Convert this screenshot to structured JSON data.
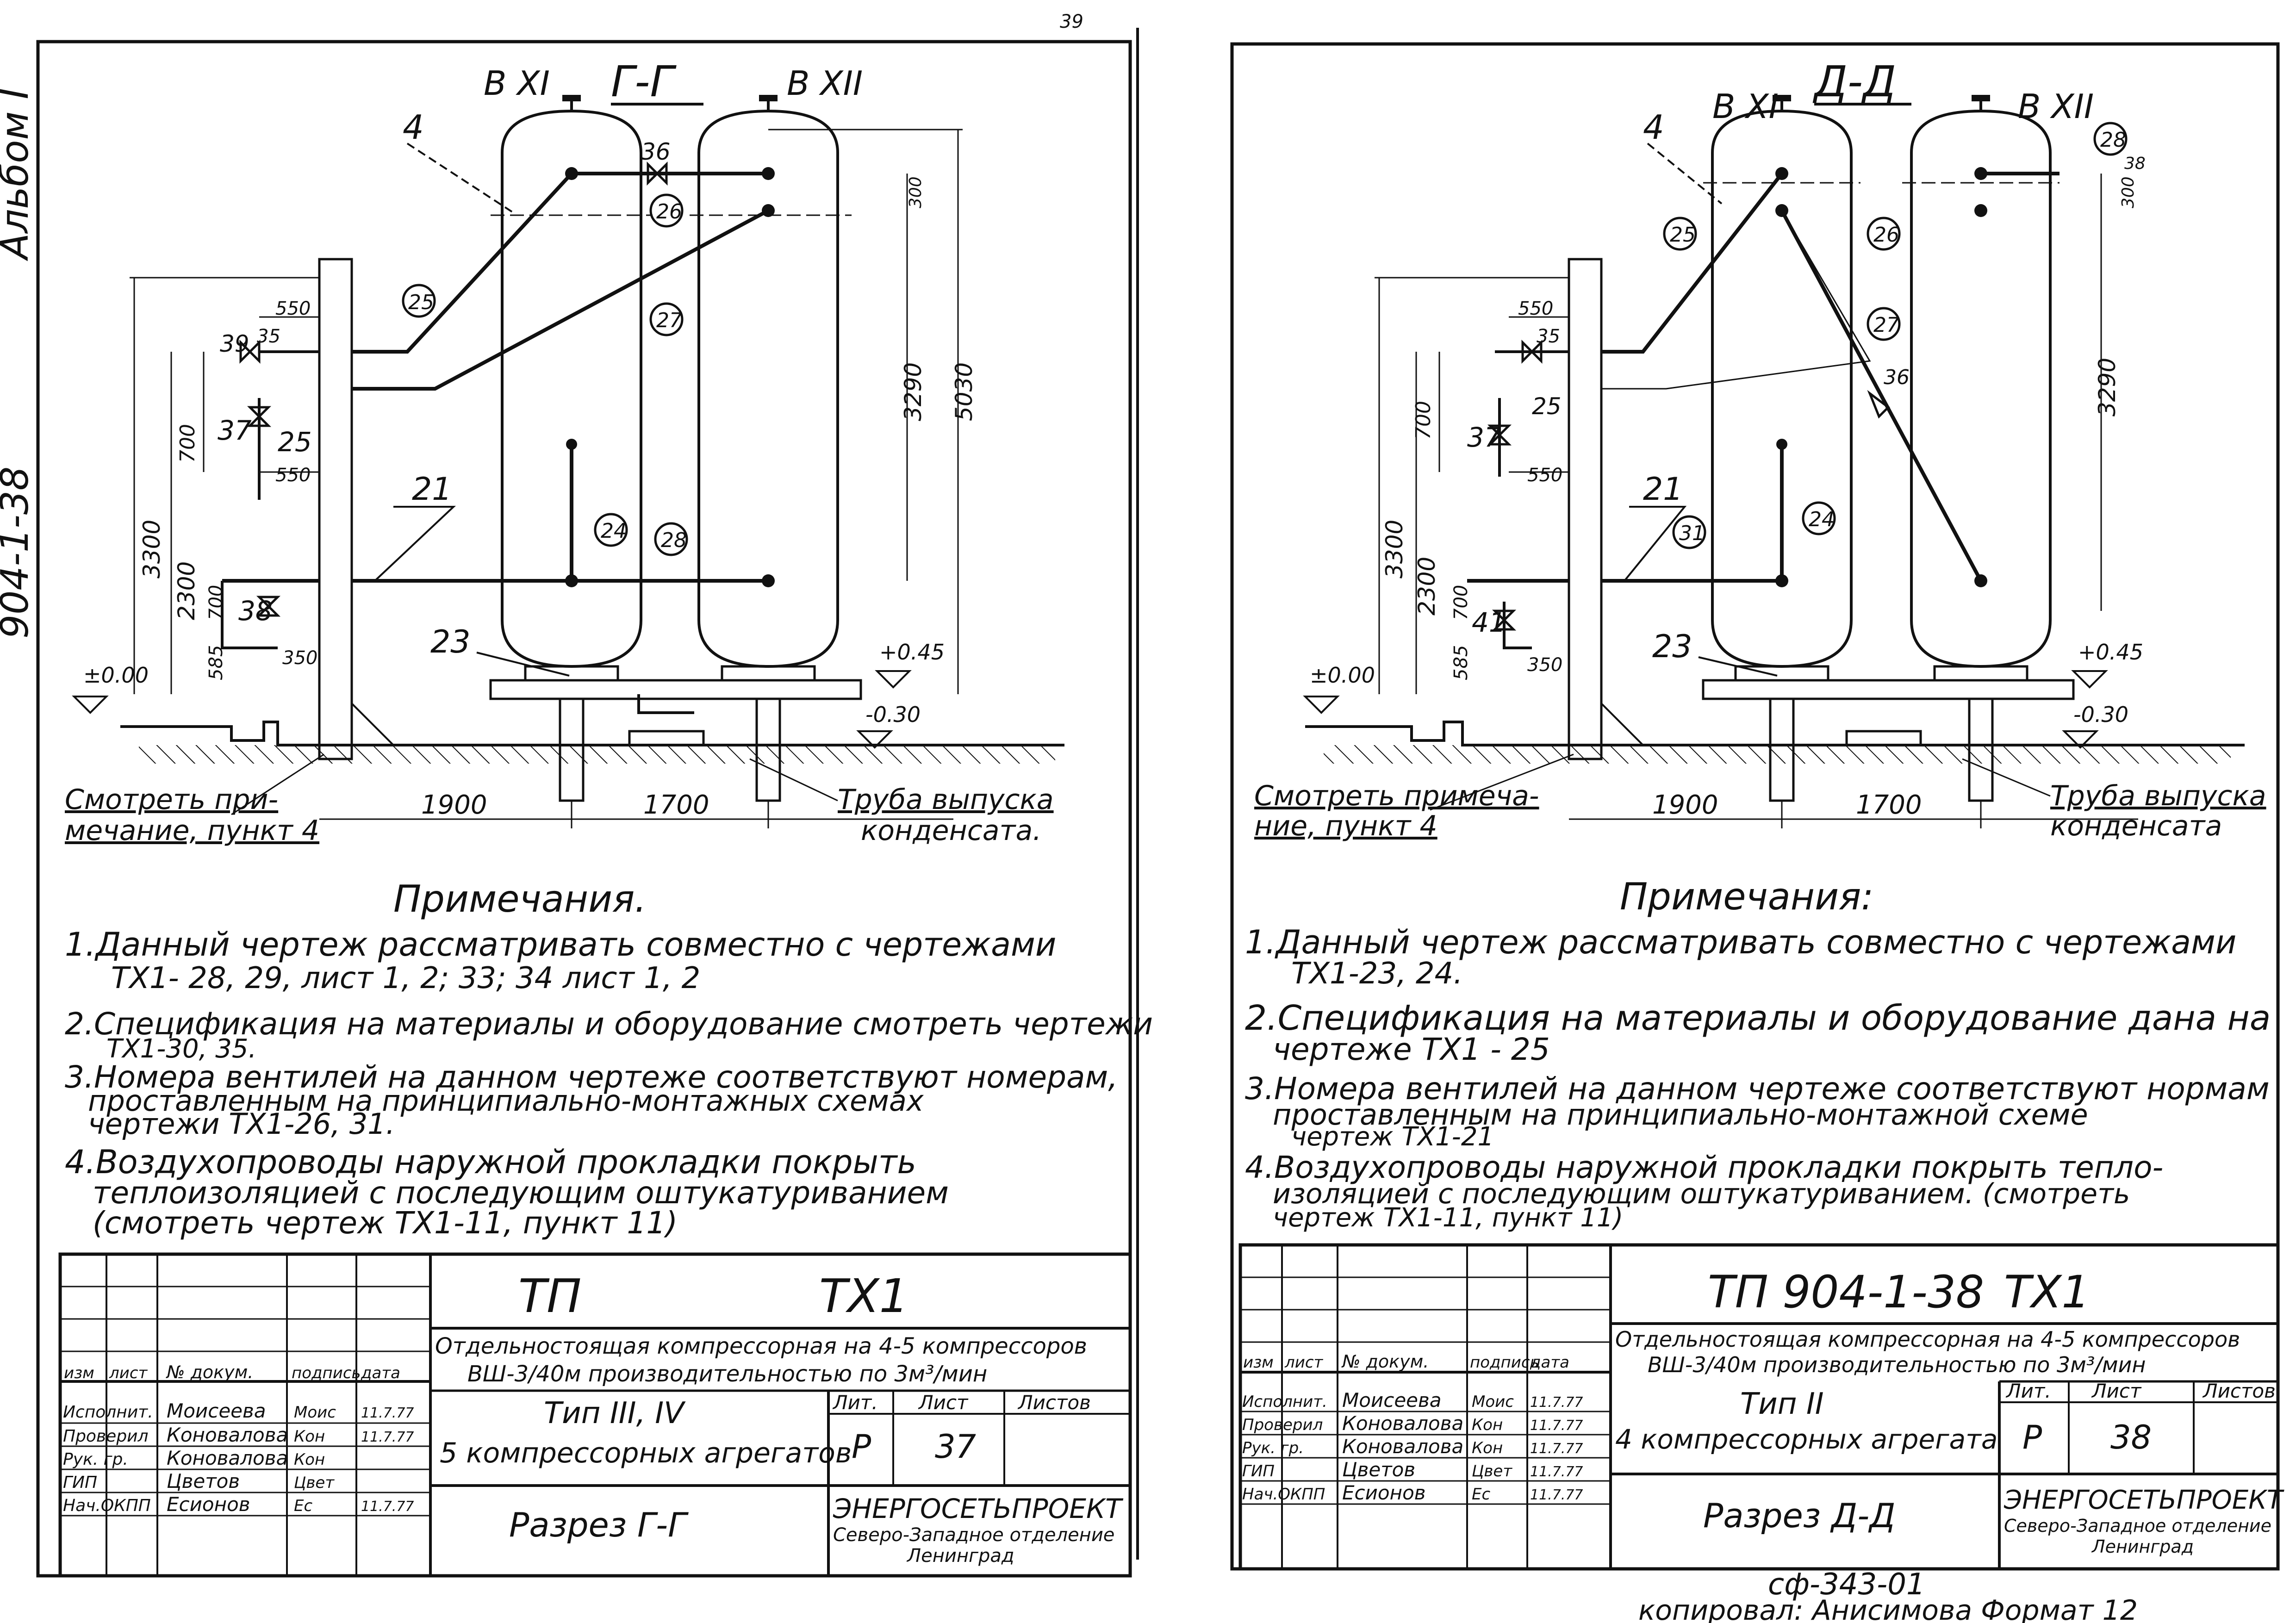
{
  "page_number": "39",
  "side_stamp": {
    "album": "Альбом I",
    "project": "904-1-38"
  },
  "left": {
    "section_title": "Г-Г",
    "vessel_labels": [
      "В XI",
      "В XII"
    ],
    "callouts": {
      "c4": "4",
      "c21": "21",
      "c23": "23",
      "c24": "24",
      "c25": "25",
      "c26": "26",
      "c27": "27",
      "c28": "28"
    },
    "valves": {
      "v35": "35",
      "v36": "36",
      "v37": "37",
      "v38": "38",
      "v39": "39",
      "v25": "25"
    },
    "dimensions": {
      "d550a": "550",
      "d700a": "700",
      "d550b": "550",
      "d3300": "3300",
      "d2300": "2300",
      "d700b": "700",
      "d585": "585",
      "d350": "350",
      "d3290": "3290",
      "d5030": "5030",
      "d300": "300",
      "d1900": "1900",
      "d1700": "1700"
    },
    "levels": {
      "l000": "±0.00",
      "l045": "+0.45",
      "l030": "-0.30"
    },
    "label_see_note": [
      "Смотреть при-",
      "мечание, пункт 4"
    ],
    "label_drain": [
      "Труба выпуска",
      "конденсата."
    ],
    "notes_heading": "Примечания.",
    "notes": [
      [
        "1.Данный чертеж рассматривать совместно с чертежами",
        "ТХ1- 28, 29, лист 1, 2; 33; 34 лист 1, 2"
      ],
      [
        "2.Спецификация на материалы и оборудование смотреть чертежи",
        "ТХ1-30, 35."
      ],
      [
        "3.Номера вентилей на данном чертеже соответствуют номерам,",
        "проставленным на принципиально-монтажных схемах",
        "чертежи ТХ1-26, 31."
      ],
      [
        "4.Воздухопроводы наружной прокладки покрыть",
        "теплоизоляцией с последующим оштукатуриванием",
        "(смотреть чертеж ТХ1-11, пункт 11)"
      ]
    ],
    "title_block": {
      "code_left": "ТП",
      "code_right": "ТХ1",
      "org_desc": [
        "Отдельностоящая компрессорная на 4-5 компрессоров",
        "ВШ-3/40м производительностью по 3м³/мин"
      ],
      "type": "Тип  III, IV",
      "units": "5 компрессорных агрегатов",
      "sheet_title": "Разрез Г-Г",
      "lit_head": "Лит.",
      "sheet_head": "Лист",
      "sheets_head": "Листов",
      "lit": "Р",
      "sheet": "37",
      "company": [
        "ЭНЕРГОСЕТЬПРОЕКТ",
        "Северо-Западное отделение",
        "Ленинград"
      ],
      "col_heads": [
        "изм",
        "лист",
        "№ докум.",
        "подпись",
        "дата"
      ],
      "staff": [
        [
          "Исполнит.",
          "Моисеева",
          "Моис",
          "11.7.77"
        ],
        [
          "Проверил",
          "Коновалова",
          "Кон",
          "11.7.77"
        ],
        [
          "Рук. гр.",
          "Коновалова",
          "Кон",
          ""
        ],
        [
          "ГИП",
          "Цветов",
          "Цвет",
          ""
        ],
        [
          "Нач.ОКПП",
          "Есионов",
          "Ес",
          "11.7.77"
        ]
      ]
    }
  },
  "right": {
    "section_title": "Д-Д",
    "vessel_labels": [
      "В XI",
      "В XII"
    ],
    "callouts": {
      "c4": "4",
      "c21": "21",
      "c23": "23",
      "c24": "24",
      "c25": "25",
      "c26": "26",
      "c27": "27",
      "c28": "28",
      "c31": "31"
    },
    "valves": {
      "v35": "35",
      "v36": "36",
      "v37": "37",
      "v38": "38",
      "v41": "41",
      "v25": "25"
    },
    "dimensions": {
      "d550a": "550",
      "d700a": "700",
      "d550b": "550",
      "d3300": "3300",
      "d2300": "2300",
      "d700b": "700",
      "d585": "585",
      "d350": "350",
      "d3290": "3290",
      "d300": "300",
      "d1900": "1900",
      "d1700": "1700"
    },
    "levels": {
      "l000": "±0.00",
      "l045": "+0.45",
      "l030": "-0.30"
    },
    "label_see_note": [
      "Смотреть примеча-",
      "ние, пункт 4"
    ],
    "label_drain": [
      "Труба выпуска",
      "конденсата"
    ],
    "notes_heading": "Примечания:",
    "notes": [
      [
        "1.Данный чертеж рассматривать совместно с чертежами",
        "ТХ1-23, 24."
      ],
      [
        "2.Спецификация на материалы и оборудование дана на",
        "чертеже ТХ1 - 25"
      ],
      [
        "3.Номера вентилей на данном чертеже соответствуют нормам",
        "проставленным на принципиально-монтажной схеме",
        "чертеж ТХ1-21"
      ],
      [
        "4.Воздухопроводы наружной прокладки покрыть тепло-",
        "изоляцией с последующим оштукатуриванием. (смотреть",
        "чертеж ТХ1-11, пункт 11)"
      ]
    ],
    "title_block": {
      "code_left": "ТП 904-1-38",
      "code_right": "ТХ1",
      "org_desc": [
        "Отдельностоящая компрессорная на 4-5 компрессоров",
        "ВШ-3/40м производительностью по 3м³/мин"
      ],
      "type": "Тип II",
      "units": "4 компрессорных агрегата",
      "sheet_title": "Разрез Д-Д",
      "lit_head": "Лит.",
      "sheet_head": "Лист",
      "sheets_head": "Листов",
      "lit": "Р",
      "sheet": "38",
      "company": [
        "ЭНЕРГОСЕТЬПРОЕКТ",
        "Северо-Западное отделение",
        "Ленинград"
      ],
      "col_heads": [
        "изм",
        "лист",
        "№ докум.",
        "подпись",
        "дата"
      ],
      "staff": [
        [
          "Исполнит.",
          "Моисеева",
          "Моис",
          "11.7.77"
        ],
        [
          "Проверил",
          "Коновалова",
          "Кон",
          "11.7.77"
        ],
        [
          "Рук. гр.",
          "Коновалова",
          "Кон",
          "11.7.77"
        ],
        [
          "ГИП",
          "Цветов",
          "Цвет",
          "11.7.77"
        ],
        [
          "Нач.ОКПП",
          "Есионов",
          "Ес",
          "11.7.77"
        ]
      ]
    }
  },
  "footer": {
    "code": "сф-343-01",
    "copied": "копировал: Анисимова Формат 12"
  }
}
